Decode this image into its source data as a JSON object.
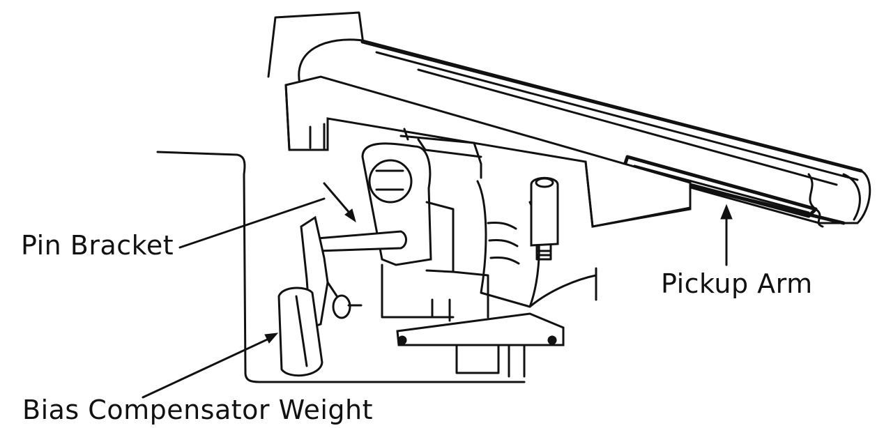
{
  "labels": {
    "pin_bracket": "Pin Bracket",
    "pickup_arm": "Pickup Arm",
    "bias_weight": "Bias Compensator Weight"
  },
  "colors": {
    "ink": "#111111",
    "background": "#ffffff"
  }
}
